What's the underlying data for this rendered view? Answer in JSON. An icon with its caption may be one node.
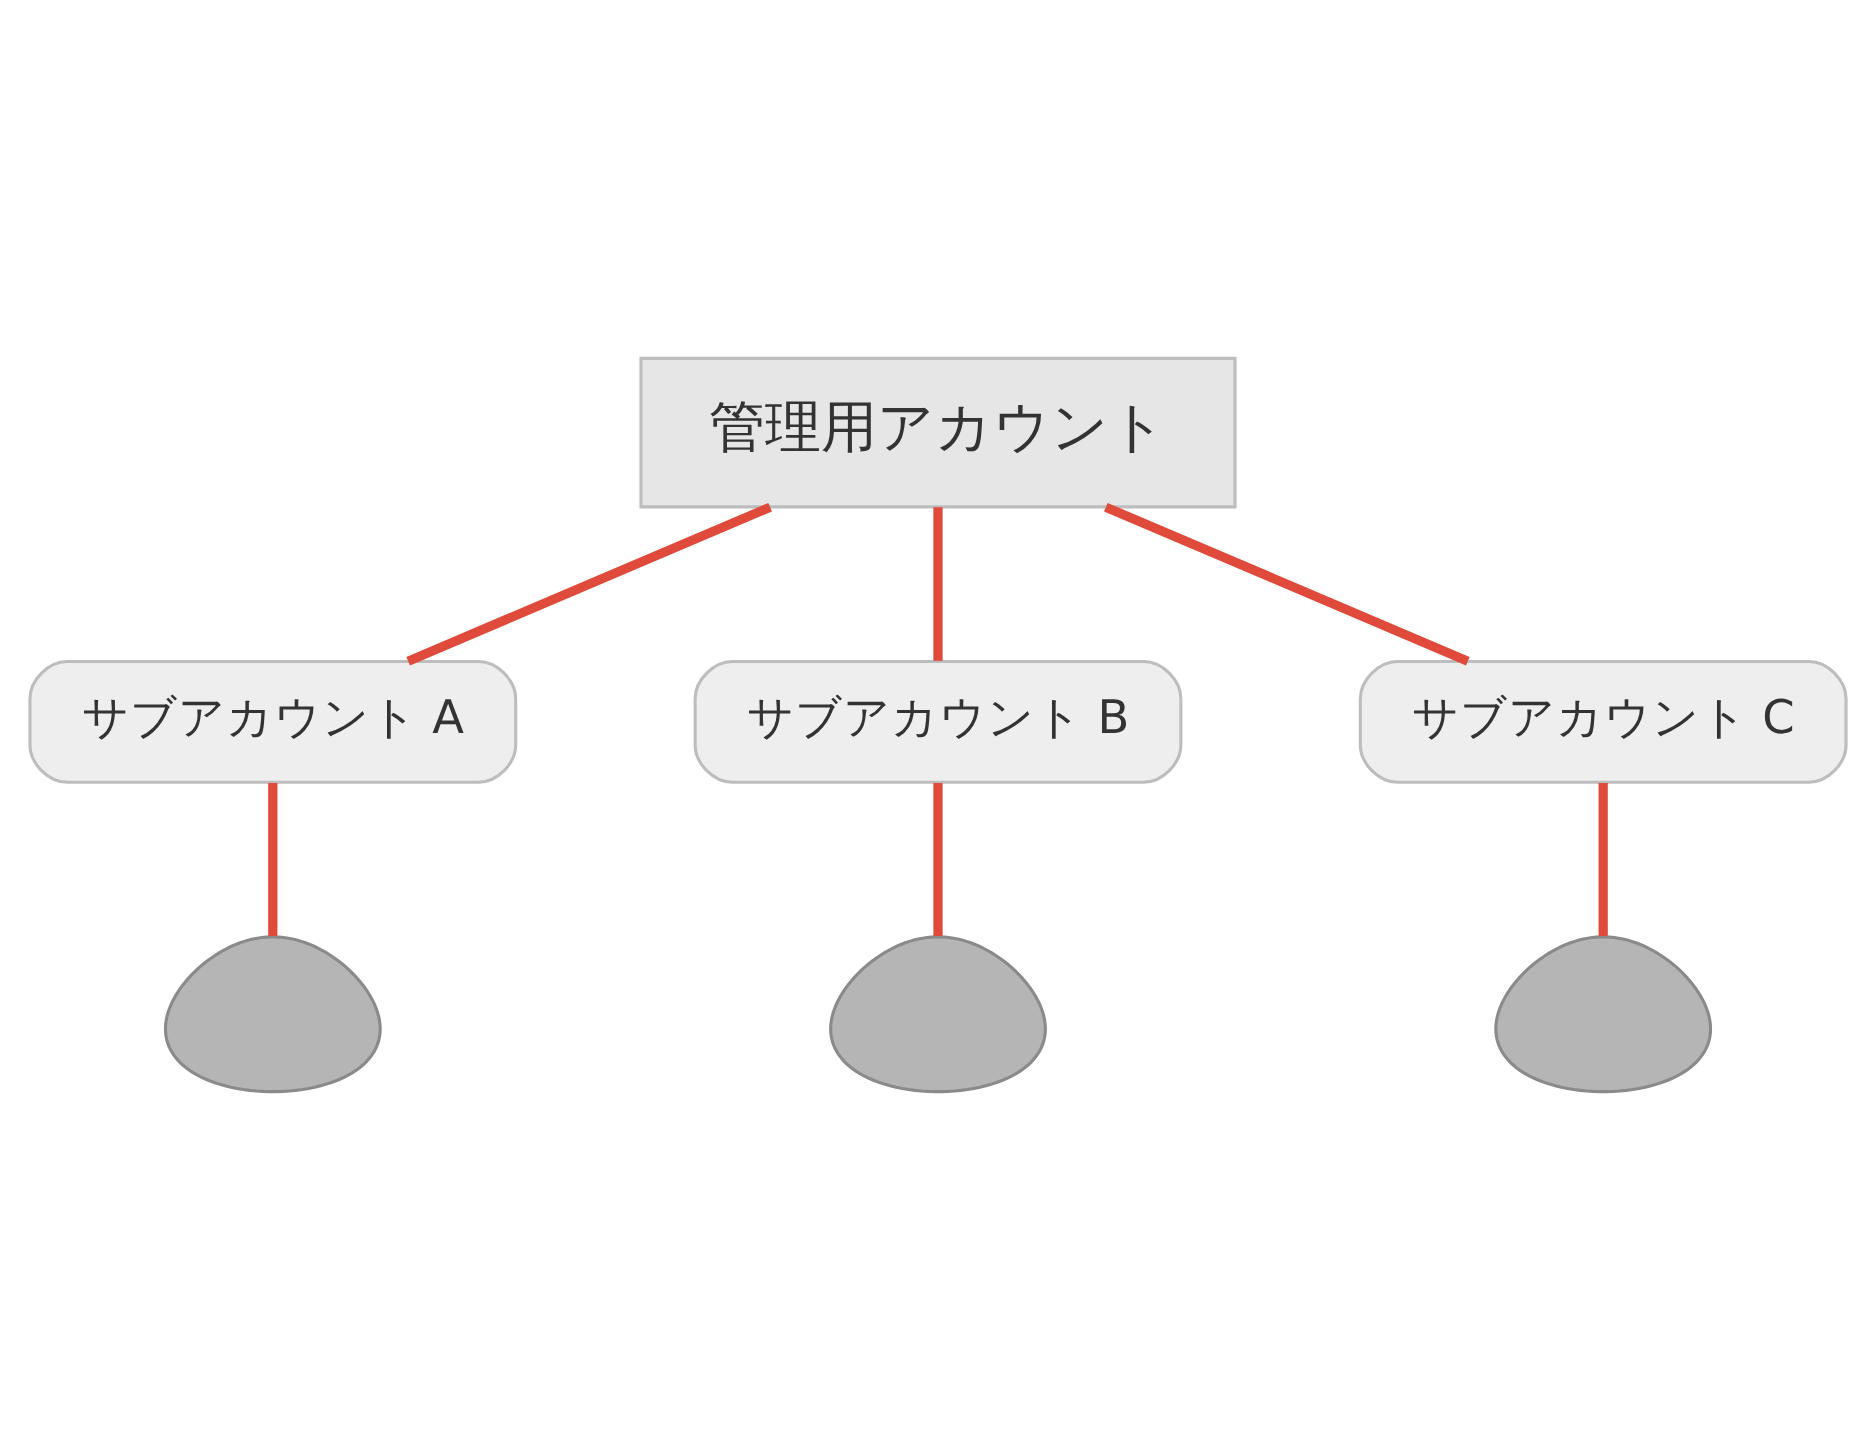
{
  "diagram": {
    "nodes": [
      {
        "text": [
          "管理用アカウント"
        ]
      },
      {
        "text": [
          "サブアカウント A"
        ]
      },
      {
        "text": [
          "サブアカウント B"
        ]
      },
      {
        "text": [
          "サブアカウント C"
        ]
      },
      {
        "text": [],
        "shape": "person"
      },
      {
        "text": [],
        "shape": "person"
      },
      {
        "text": [],
        "shape": "person"
      }
    ],
    "edges": [
      {
        "from": 0,
        "to": 1,
        "arrow": "none"
      },
      {
        "from": 0,
        "to": 2,
        "arrow": "none"
      },
      {
        "from": 0,
        "to": 3,
        "arrow": "none"
      },
      {
        "from": 1,
        "to": 4,
        "arrow": "none"
      },
      {
        "from": 2,
        "to": 5,
        "arrow": "none"
      },
      {
        "from": 3,
        "to": 6,
        "arrow": "none"
      }
    ]
  }
}
